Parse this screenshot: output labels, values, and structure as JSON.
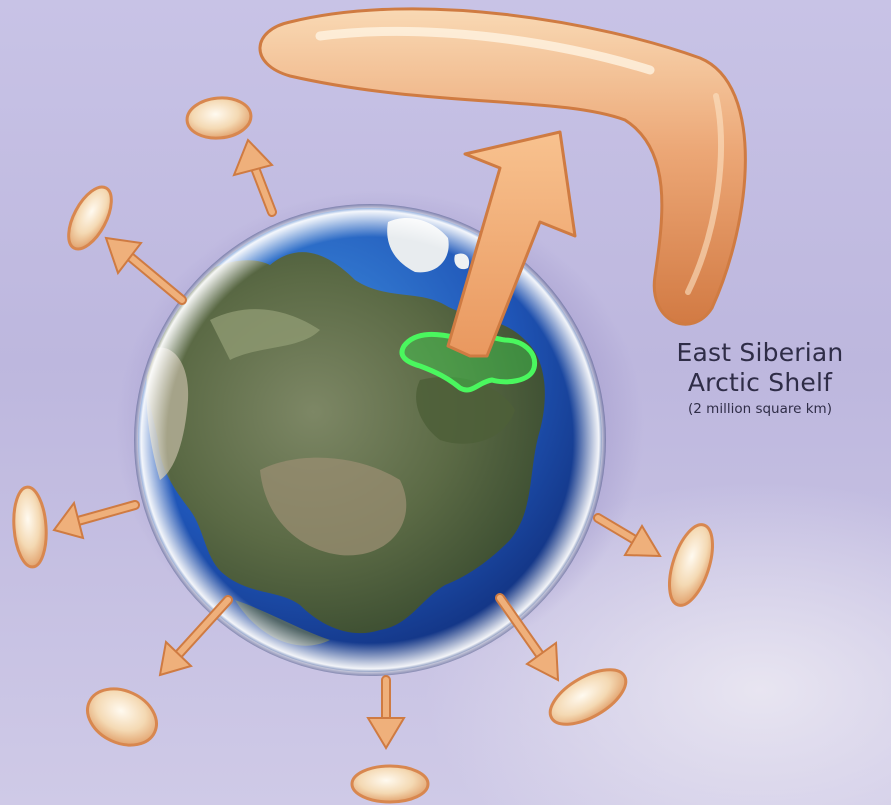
{
  "label": {
    "region_name_line1": "East Siberian",
    "region_name_line2": "Arctic Shelf",
    "region_area": "(2 million square km)"
  },
  "colors": {
    "plume": "#e7a06b",
    "arrow": "#efb07b",
    "arrow_outline": "#cf7b42",
    "shelf_highlight": "#39df4f",
    "ocean": "#1f55b7",
    "caption_text": "#2f2d47"
  },
  "icons": {
    "globe": "earth-globe-icon",
    "big_arrow": "large-upward-arrow-icon",
    "small_arrow": "small-outward-arrow-icon",
    "plume": "methane-plume-icon",
    "puff": "small-gas-puff-icon"
  }
}
